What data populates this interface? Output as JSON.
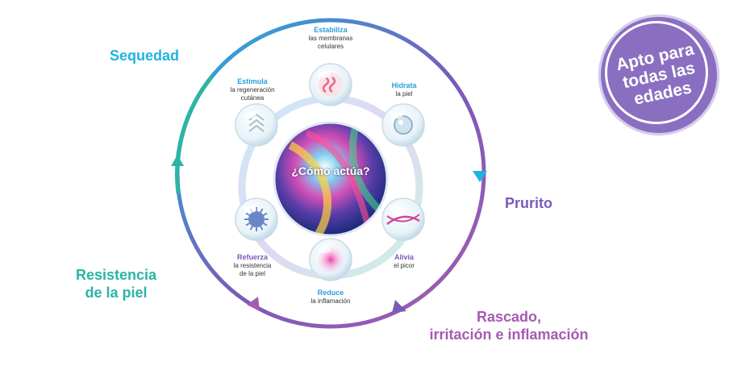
{
  "center": {
    "label": "¿Cómo actúa?"
  },
  "cycle": [
    {
      "label": "Sequedad",
      "color": "#1fb3e0"
    },
    {
      "label": "Prurito",
      "color": "#7a5bb8"
    },
    {
      "label": "Rascado,\nirritación e inflamación",
      "color": "#a55bb0"
    },
    {
      "label": "Resistencia\nde la piel",
      "color": "#2bb5a4"
    }
  ],
  "nodes": [
    {
      "title": "Estabiliza",
      "desc": "las membranas\ncelulares",
      "title_color": "#2a9fd8",
      "icon": "wave-icon"
    },
    {
      "title": "Hidrata",
      "desc": "la piel",
      "title_color": "#2a9fd8",
      "icon": "drop-icon"
    },
    {
      "title": "Alivia",
      "desc": "el picor",
      "title_color": "#7a5bb8",
      "icon": "fiber-icon"
    },
    {
      "title": "Reduce",
      "desc": "la inflamación",
      "title_color": "#2a9fd8",
      "icon": "glow-icon"
    },
    {
      "title": "Refuerza",
      "desc": "la resistencia\nde la piel",
      "title_color": "#7a5bb8",
      "icon": "cell-icon"
    },
    {
      "title": "Estimula",
      "desc": "la regeneración\ncutánea",
      "title_color": "#2a9fd8",
      "icon": "arrows-up-icon"
    }
  ],
  "badge": {
    "text": "Apto para todas las edades",
    "color": "#8a6fc1"
  }
}
